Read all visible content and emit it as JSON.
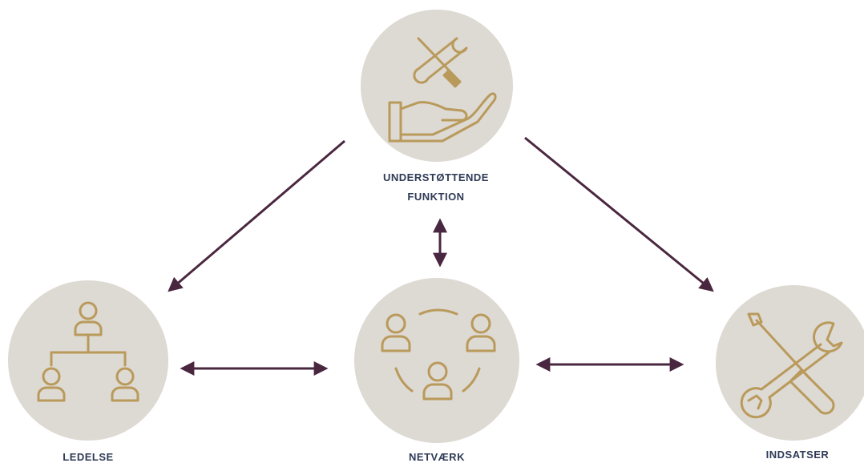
{
  "nodes": {
    "top": {
      "line1": "UNDERSTØTTENDE",
      "line2": "FUNKTION",
      "icon": "tools-in-hand-icon"
    },
    "left": {
      "label": "LEDELSE",
      "icon": "org-chart-icon"
    },
    "middle": {
      "label": "NETVÆRK",
      "icon": "people-network-icon"
    },
    "right": {
      "label": "INDSATSER",
      "icon": "wrench-screwdriver-icon"
    }
  },
  "colors": {
    "circle": "#ddd9d3",
    "icon": "#b99a5b",
    "arrow": "#4a2740",
    "label": "#2f3a56"
  }
}
